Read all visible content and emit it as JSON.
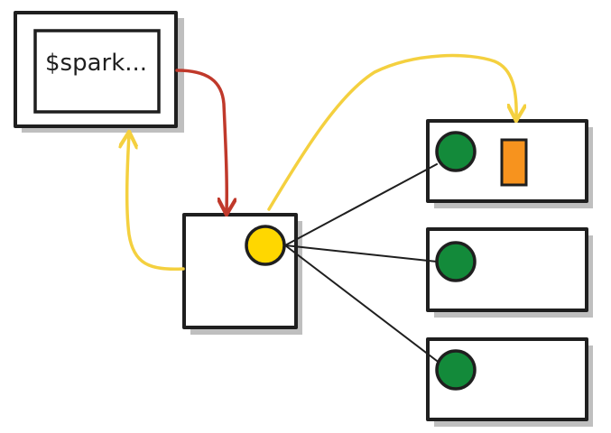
{
  "terminal": {
    "prompt_text": "$spark..."
  },
  "colors": {
    "driver_node": "#FFD700",
    "executor_node": "#138A3A",
    "task_block": "#F7931E",
    "submit_arrow": "#C0392B",
    "feedback_arrow": "#F4D03F",
    "outline": "#1f1f1f"
  },
  "icons": {
    "driver_node": "yellow-circle",
    "executor_node": "green-circle",
    "task_block": "orange-rectangle"
  }
}
